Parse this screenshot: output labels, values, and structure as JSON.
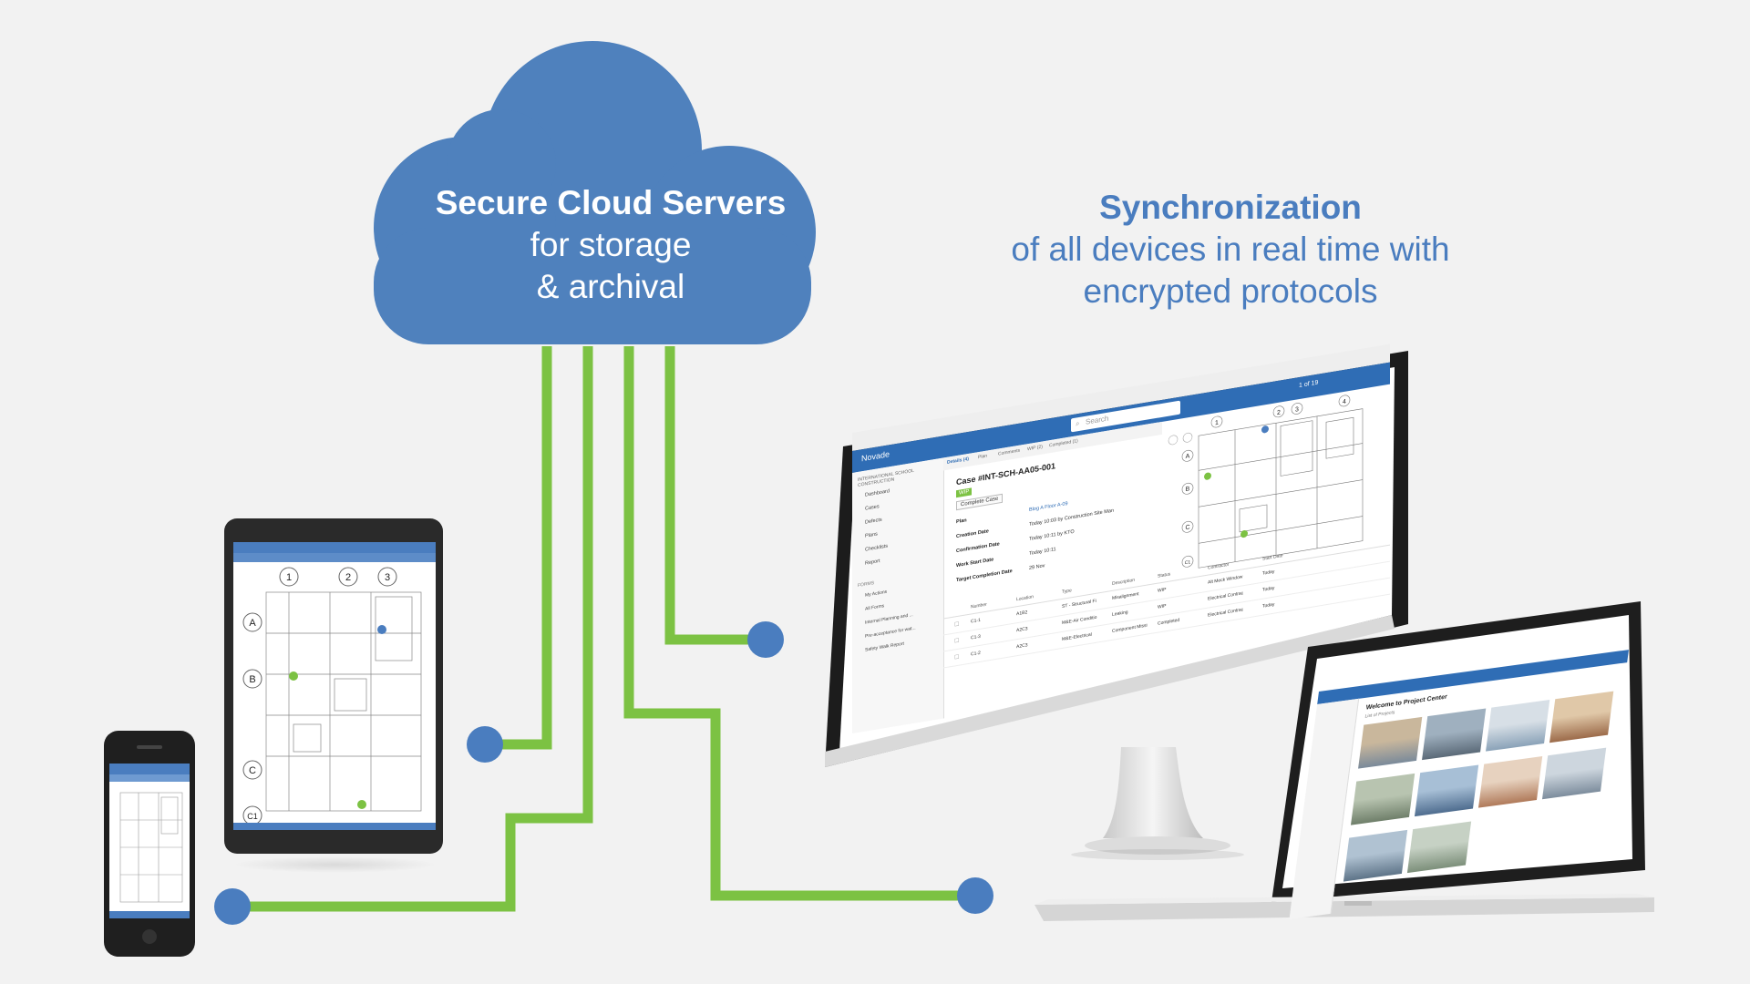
{
  "cloud": {
    "title": "Secure Cloud Servers",
    "line1": "for storage",
    "line2": "& archival"
  },
  "sync": {
    "title": "Synchronization",
    "line1": "of all devices in real time with",
    "line2": "encrypted protocols"
  },
  "colors": {
    "cloud": "#4f81bd",
    "connector": "#7cc243",
    "node": "#4a7dbf",
    "background": "#f2f2f2"
  },
  "desktop": {
    "app_name": "Novade",
    "org": "INTERNATIONAL SCHOOL CONSTRUCTION",
    "search_placeholder": "Search",
    "pager": "1 of 19",
    "tabs": [
      "Details (4)",
      "Plan",
      "Comments",
      "WIP (2)",
      "Completed (1)"
    ],
    "sidebar": [
      "Dashboard",
      "Cases",
      "Defects",
      "Plans",
      "Checklists",
      "Report"
    ],
    "forms_label": "FORMS",
    "forms": [
      "My Actions",
      "All Forms",
      "Internal Planning and ...",
      "Pre-acceptance for wat...",
      "Safety Walk Report"
    ],
    "case_title": "Case #INT-SCH-AA05-001",
    "case_badge": "WIP",
    "complete_button": "Complete Case",
    "fields": [
      {
        "label": "Plan",
        "value": "Blog A Floor A-09"
      },
      {
        "label": "Creation Date",
        "value": "Today 10:03 by Construction Site Man"
      },
      {
        "label": "Confirmation Date",
        "value": "Today 10:11 by KTO"
      },
      {
        "label": "Work Start Date",
        "value": "Today 10:11"
      },
      {
        "label": "Target Completion Date",
        "value": "29 Nov"
      }
    ],
    "table_headers": [
      "Number",
      "Location",
      "Type",
      "Description",
      "Status",
      "Contractor",
      "Start Date"
    ],
    "table_rows": [
      [
        "C1-1",
        "A1B2",
        "ST - Structural Fi",
        "Misalignment",
        "WIP",
        "Alt Meck Window",
        "Today"
      ],
      [
        "C1-3",
        "A2C3",
        "M&E-Air Conditio",
        "Leaking",
        "WIP",
        "Electrical Contrac",
        "Today"
      ],
      [
        "C1-2",
        "A2C3",
        "M&E-Electrical",
        "Component Missi",
        "Completed",
        "Electrical Contrac",
        "Today"
      ]
    ],
    "grid_cols": [
      "1",
      "2",
      "3",
      "4"
    ],
    "grid_rows": [
      "A",
      "B",
      "C",
      "C1"
    ]
  },
  "tablet": {
    "grid_cols": [
      "1",
      "2",
      "3"
    ],
    "grid_rows": [
      "A",
      "B",
      "C",
      "C1"
    ]
  },
  "laptop": {
    "welcome": "Welcome to Project Center",
    "sub": "List of Projects"
  }
}
